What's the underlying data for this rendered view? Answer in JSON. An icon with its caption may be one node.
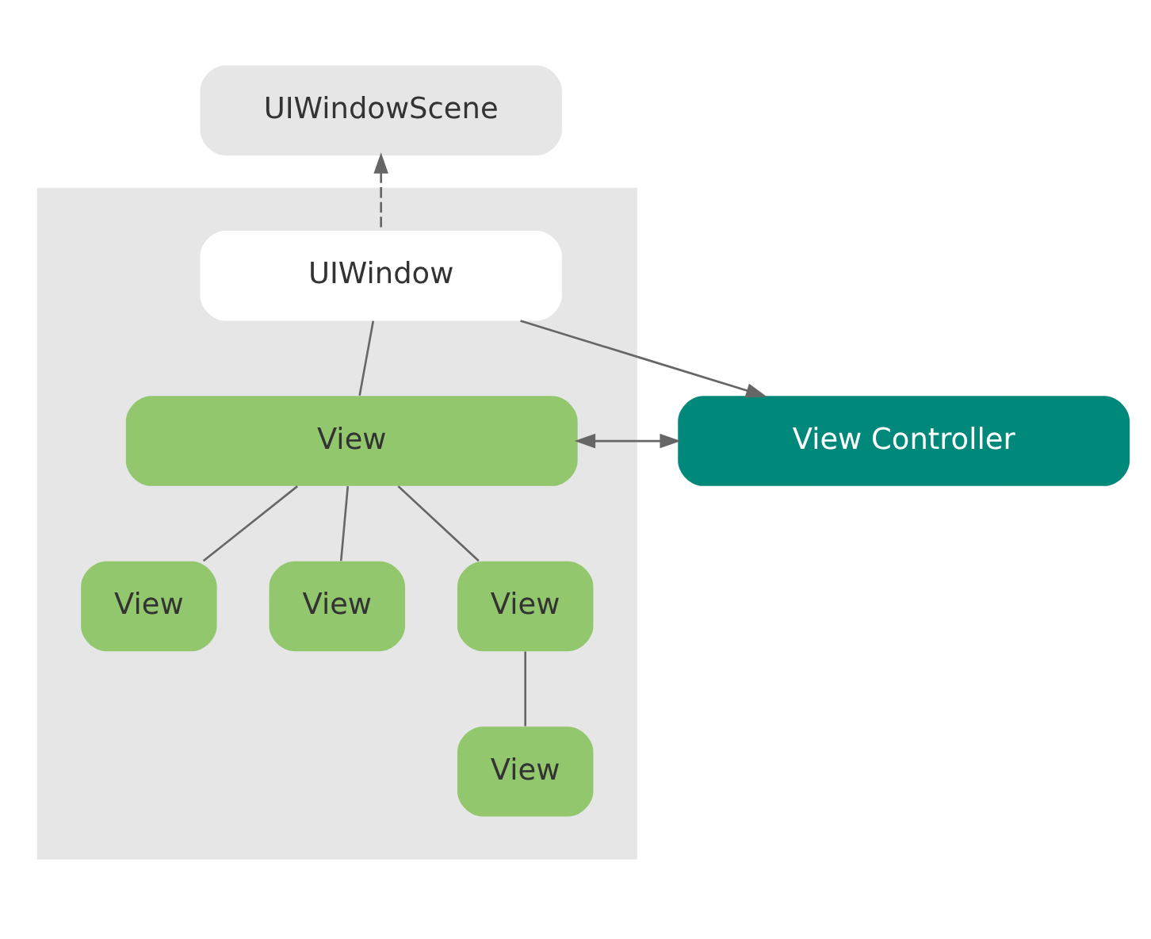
{
  "diagram": {
    "nodes": [
      {
        "text": [
          "UIWindowScene"
        ]
      },
      {
        "text": [],
        "shape": "box"
      },
      {
        "text": [
          "UIWindow"
        ],
        "in": 1
      },
      {
        "text": [
          "View Controller"
        ]
      },
      {
        "text": [
          "View"
        ],
        "in": 1
      },
      {
        "text": [
          "View"
        ],
        "in": 1
      },
      {
        "text": [
          "View"
        ],
        "in": 1
      },
      {
        "text": [
          "View"
        ],
        "in": 1
      },
      {
        "text": [
          "View"
        ],
        "in": 1
      }
    ],
    "edges": [
      {
        "from": 2,
        "to": 0,
        "arrow": "to",
        "style": "dashed"
      },
      {
        "from": 2,
        "to": 3,
        "arrow": "to"
      },
      {
        "from": 3,
        "to": 4,
        "arrow": "both"
      },
      {
        "from": 2,
        "to": 4,
        "arrow": "none"
      },
      {
        "from": 4,
        "to": 5,
        "arrow": "none"
      },
      {
        "from": 4,
        "to": 6,
        "arrow": "none"
      },
      {
        "from": 4,
        "to": 7,
        "arrow": "none"
      },
      {
        "from": 7,
        "to": 8,
        "arrow": "none"
      }
    ]
  }
}
